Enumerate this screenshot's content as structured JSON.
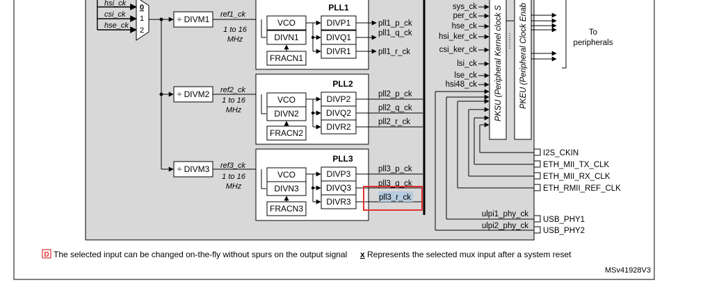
{
  "mux_inputs": {
    "hsi": "hsi_ck",
    "csi": "csi_ck",
    "hse": "hse_ck",
    "sel0": "0",
    "sel1": "1",
    "sel2": "2"
  },
  "divm": [
    "÷ DIVM1",
    "÷ DIVM2",
    "÷ DIVM3"
  ],
  "ref": [
    "ref1_ck",
    "ref2_ck",
    "ref3_ck"
  ],
  "range": [
    "1 to 16",
    "1 to 16",
    "1 to 16"
  ],
  "range_unit": [
    "MHz",
    "MHz",
    "MHz"
  ],
  "pll": [
    {
      "title": "PLL1",
      "vco": "VCO",
      "divn": "DIVN1",
      "fracn": "FRACN1",
      "divp": "DIVP1",
      "divq": "DIVQ1",
      "divr": "DIVR1",
      "out_p": "pll1_p_ck",
      "out_q": "pll1_q_ck",
      "out_r": "pll1_r_ck"
    },
    {
      "title": "PLL2",
      "vco": "VCO",
      "divn": "DIVN2",
      "fracn": "FRACN2",
      "divp": "DIVP2",
      "divq": "DIVQ2",
      "divr": "DIVR2",
      "out_p": "pll2_p_ck",
      "out_q": "pll2_q_ck",
      "out_r": "pll2_r_ck"
    },
    {
      "title": "PLL3",
      "vco": "VCO",
      "divn": "DIVN3",
      "fracn": "FRACN3",
      "divp": "DIVP3",
      "divq": "DIVQ3",
      "divr": "DIVR3",
      "out_p": "pll3_p_ck",
      "out_q": "pll3_q_ck",
      "out_r": "pll3_r_ck"
    }
  ],
  "kernel_inputs": [
    "sys_ck",
    "per_ck",
    "hse_ck",
    "hsi_ker_ck",
    "csi_ker_ck",
    "lsi_ck",
    "lse_ck",
    "hsi48_ck"
  ],
  "pksu_label": "PKSU (Peripheral Kernel clock S",
  "pkeu_label": "PKEU (Peripheral Clock Enab",
  "to_peripherals": [
    "To",
    "peripherals"
  ],
  "ext_pins": [
    "I2S_CKIN",
    "ETH_MII_TX_CLK",
    "ETH_MII_RX_CLK",
    "ETH_RMII_REF_CLK"
  ],
  "ulpi": [
    {
      "signal": "ulpi1_phy_ck",
      "pin": "USB_PHY1"
    },
    {
      "signal": "ulpi2_phy_ck",
      "pin": "USB_PHY2"
    }
  ],
  "legend": {
    "d_symbol": "D",
    "d_text": "The selected input can be changed on-the-fly without spurs on the output signal",
    "x_symbol": "x",
    "x_text": "Represents the selected mux input after a system reset"
  },
  "figure_id": "MSv41928V3",
  "highlight_color": "#e03030",
  "selection_color": "#b7cde0",
  "diagram_bg": "#d8d8d8"
}
